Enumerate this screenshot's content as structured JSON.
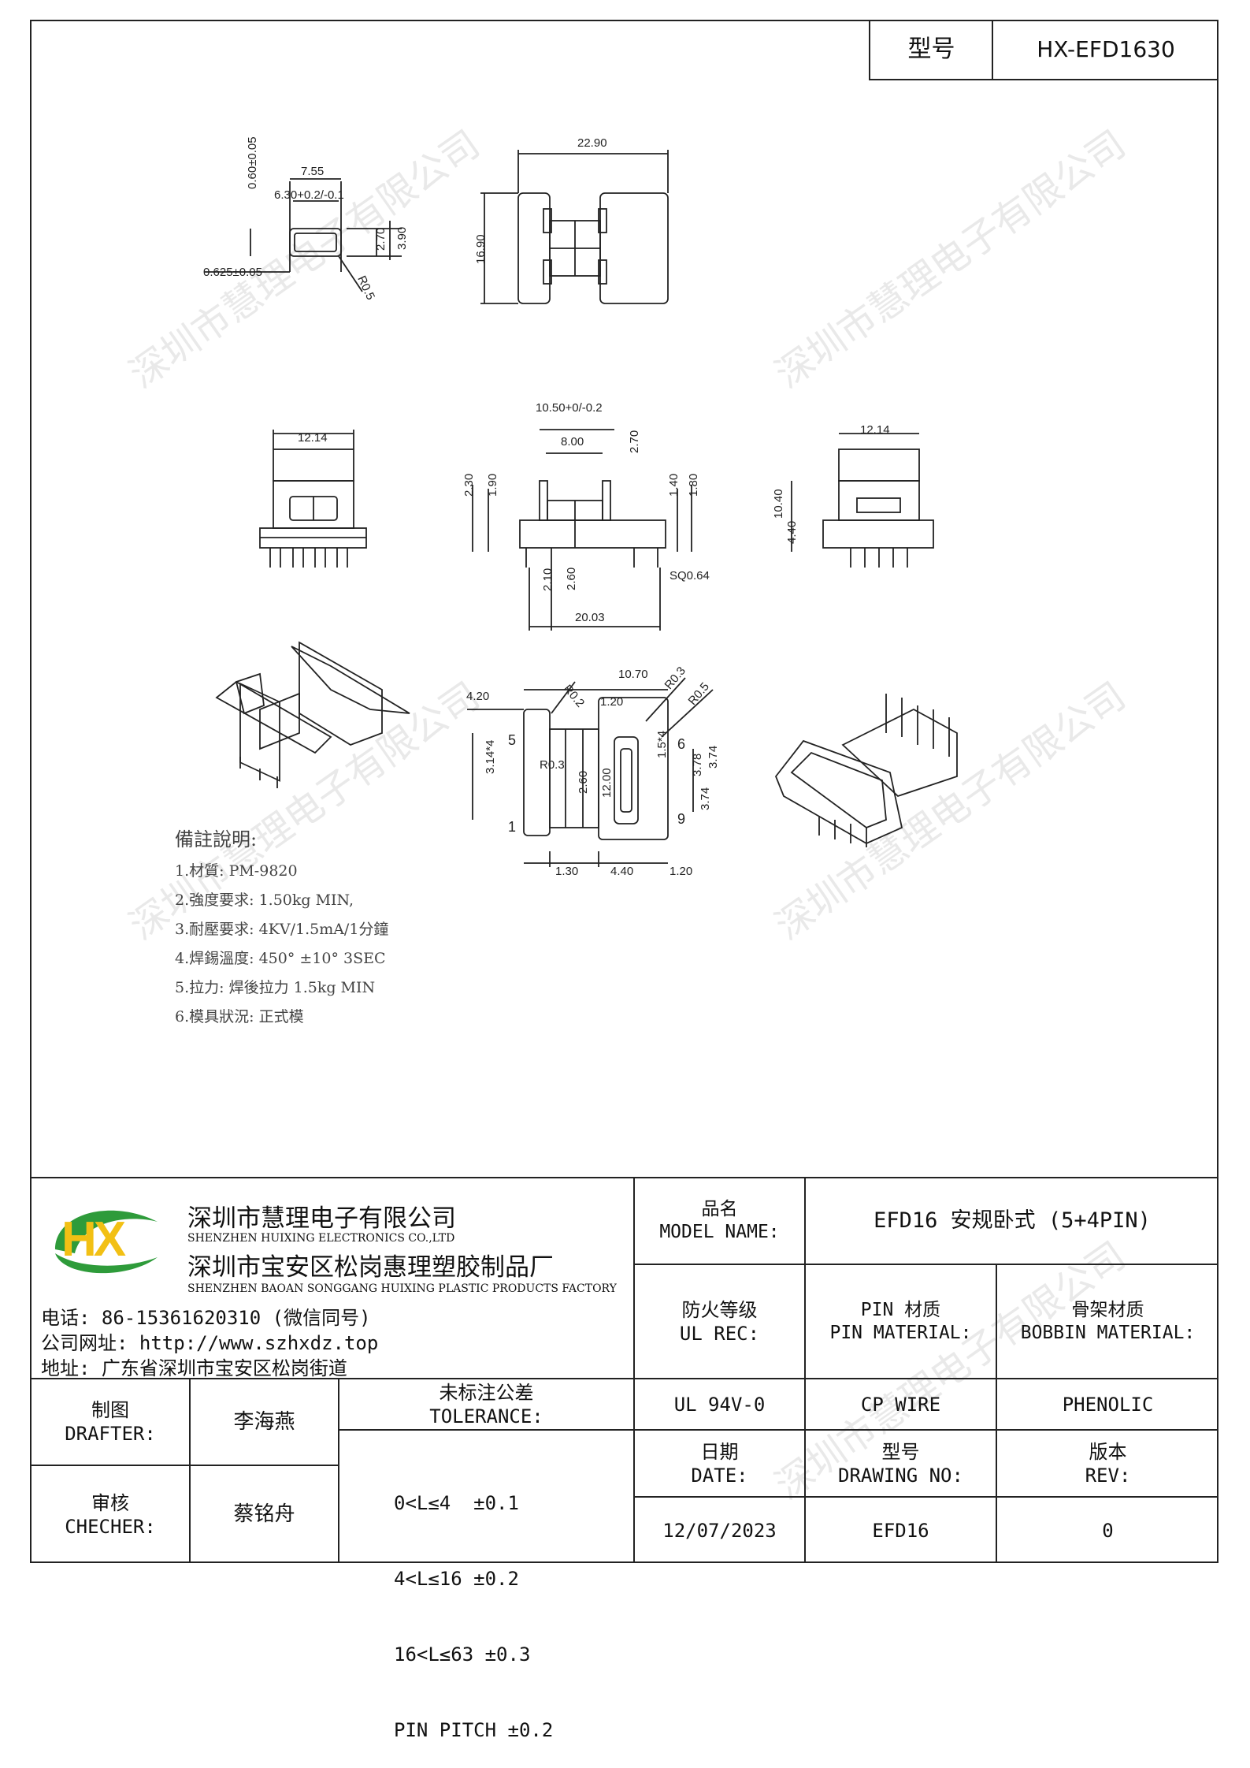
{
  "header": {
    "model_label": "型号",
    "model_value": "HX-EFD1630"
  },
  "watermark_text": "深圳市慧理电子有限公司",
  "dims": {
    "top_left": {
      "d1": "0.60±0.05",
      "d2": "7.55",
      "d3": "6.30+0.2/-0.1",
      "d4": "2.70",
      "d5": "3.90",
      "d6": "0.625±0.05",
      "d7": "R0.5"
    },
    "top_right": {
      "w": "22.90",
      "h": "16.90"
    },
    "mid_left": {
      "w": "12.14"
    },
    "mid_center": {
      "a": "10.50+0/-0.2",
      "b": "8.00",
      "c": "2.70",
      "d": "2.30",
      "e": "1.90",
      "f": "1.40",
      "g": "1.80",
      "h": "2.10",
      "i": "2.60",
      "j": "SQ0.64",
      "k": "20.03"
    },
    "mid_right": {
      "w": "12.14",
      "h1": "10.40",
      "h2": "4.40"
    },
    "bottom_center": {
      "a": "10.70",
      "b": "4.20",
      "c": "R0.2",
      "d": "1.20",
      "e": "R0.3",
      "f": "R0.5",
      "g": "3.14*4",
      "h": "R0.3",
      "i": "2.60",
      "j": "12.00",
      "k": "1.5*4",
      "l": "3.78",
      "m": "3.74",
      "n": "3.74",
      "o": "1.30",
      "p": "4.40",
      "q": "1.20",
      "pin5": "5",
      "pin1": "1",
      "pin6": "6",
      "pin9": "9"
    }
  },
  "notes": {
    "title": "備註說明:",
    "items": [
      "1.材質: PM-9820",
      "2.強度要求: 1.50kg MIN,",
      "3.耐壓要求: 4KV/1.5mA/1分鐘",
      "4.焊錫溫度: 450° ±10° 3SEC",
      "5.拉力: 焊後拉力 1.5kg MIN",
      "6.模具狀況: 正式模"
    ]
  },
  "company": {
    "logo_letters": "HX",
    "name_cn": "深圳市慧理电子有限公司",
    "name_en": "SHENZHEN HUIXING ELECTRONICS CO.,LTD",
    "factory_cn": "深圳市宝安区松岗惠理塑胶制品厂",
    "factory_en": "SHENZHEN BAOAN SONGGANG HUIXING PLASTIC PRODUCTS FACTORY",
    "phone": "电话: 86-15361620310 (微信同号)",
    "website": "公司网址: http://www.szhxdz.top",
    "address": "地址: 广东省深圳市宝安区松岗街道"
  },
  "title_block": {
    "model_name_cn": "品名",
    "model_name_en": "MODEL NAME:",
    "model_name_value": "EFD16 安规卧式 (5+4PIN)",
    "ul_rec_cn": "防火等级",
    "ul_rec_en": "UL REC:",
    "pin_material_cn": "PIN 材质",
    "pin_material_en": "PIN MATERIAL:",
    "bobbin_material_cn": "骨架材质",
    "bobbin_material_en": "BOBBIN MATERIAL:",
    "ul_value": "UL 94V-0",
    "pin_value": "CP WIRE",
    "bobbin_value": "PHENOLIC",
    "drafter_cn": "制图",
    "drafter_en": "DRAFTER:",
    "drafter_name": "李海燕",
    "checker_cn": "审核",
    "checker_en": "CHECHER:",
    "checker_name": "蔡铭舟",
    "tolerance_cn": "未标注公差",
    "tolerance_en": "TOLERANCE:",
    "tolerances": [
      "0<L≤4  ±0.1",
      "4<L≤16 ±0.2",
      "16<L≤63 ±0.3",
      "PIN PITCH ±0.2"
    ],
    "date_cn": "日期",
    "date_en": "DATE:",
    "date_value": "12/07/2023",
    "drawing_no_cn": "型号",
    "drawing_no_en": "DRAWING NO:",
    "drawing_no_value": "EFD16",
    "rev_cn": "版本",
    "rev_en": "REV:",
    "rev_value": "0"
  },
  "colors": {
    "logo_green": "#2e9b3a",
    "logo_yellow": "#f2c014",
    "line": "#222222"
  }
}
